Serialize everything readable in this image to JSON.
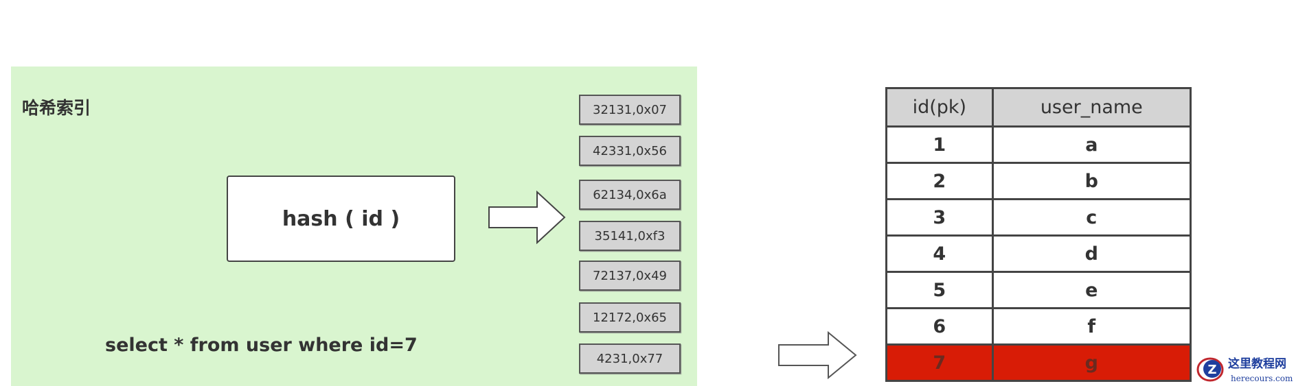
{
  "title": "哈希索引",
  "hash_label": "hash ( id )",
  "buckets": [
    "32131,0x07",
    "42331,0x56",
    "62134,0x6a",
    "35141,0xf3",
    "72137,0x49",
    "12172,0x65",
    "4231,0x77"
  ],
  "query": "select * from user where id=7",
  "table": {
    "headers": [
      "id(pk)",
      "user_name"
    ],
    "rows": [
      [
        "1",
        "a"
      ],
      [
        "2",
        "b"
      ],
      [
        "3",
        "c"
      ],
      [
        "4",
        "d"
      ],
      [
        "5",
        "e"
      ],
      [
        "6",
        "f"
      ],
      [
        "7",
        "g"
      ]
    ],
    "highlight_row": 7,
    "highlight_color": "#d81c06"
  },
  "logo": {
    "name": "这里教程网",
    "url_text": "herecours.com"
  }
}
